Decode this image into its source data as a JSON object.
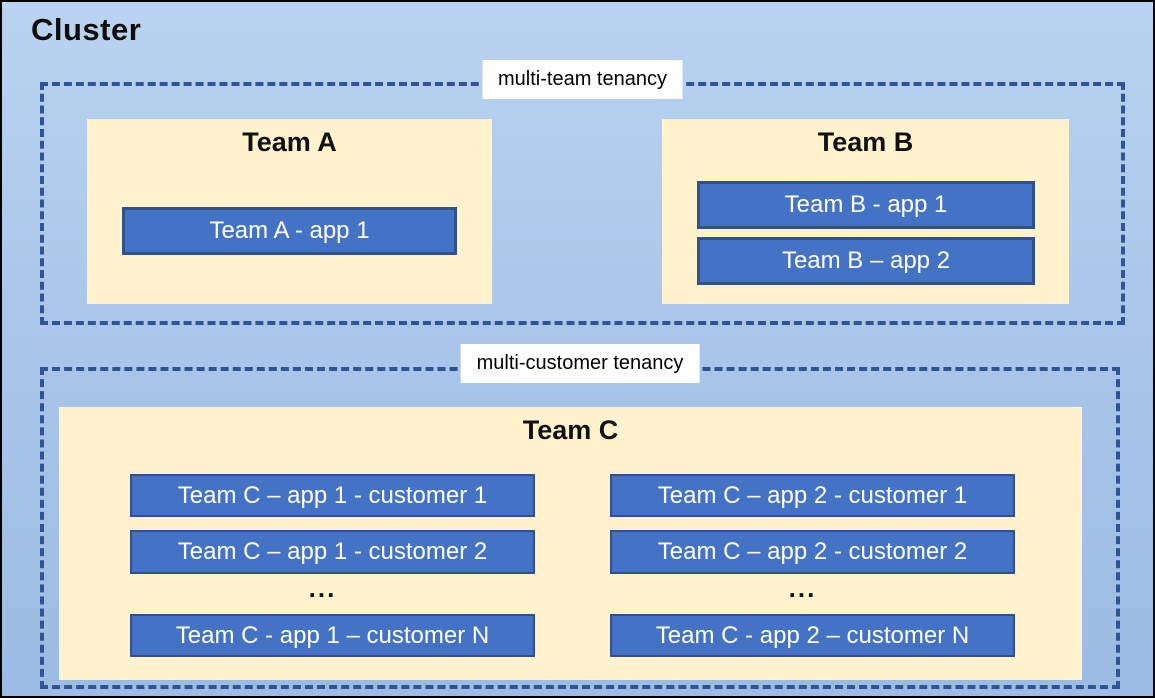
{
  "cluster": {
    "title": "Cluster"
  },
  "zones": [
    {
      "label": "multi-team tenancy",
      "teams": [
        {
          "name": "Team A",
          "apps": [
            "Team A - app 1"
          ]
        },
        {
          "name": "Team B",
          "apps": [
            "Team B - app 1",
            "Team B – app 2"
          ]
        }
      ]
    },
    {
      "label": "multi-customer tenancy",
      "team": {
        "name": "Team C",
        "columns": [
          {
            "rows": [
              "Team C – app 1 - customer 1",
              "Team C – app 1 - customer 2"
            ],
            "ellipsis": "...",
            "last_row": "Team C - app 1 – customer N"
          },
          {
            "rows": [
              "Team C – app 2 - customer 1",
              "Team C – app 2 - customer 2"
            ],
            "ellipsis": "...",
            "last_row": "Team C - app 2 – customer N"
          }
        ]
      }
    }
  ],
  "colors": {
    "canvas_bg": "#aac7ea",
    "outer_border": "#000000",
    "dashed_border": "#2f5597",
    "team_bg": "#fff2cc",
    "app_bg": "#4472c4",
    "app_border": "#2f528f",
    "app_text": "#ffffff",
    "label_bg": "#ffffff",
    "text": "#000000"
  }
}
